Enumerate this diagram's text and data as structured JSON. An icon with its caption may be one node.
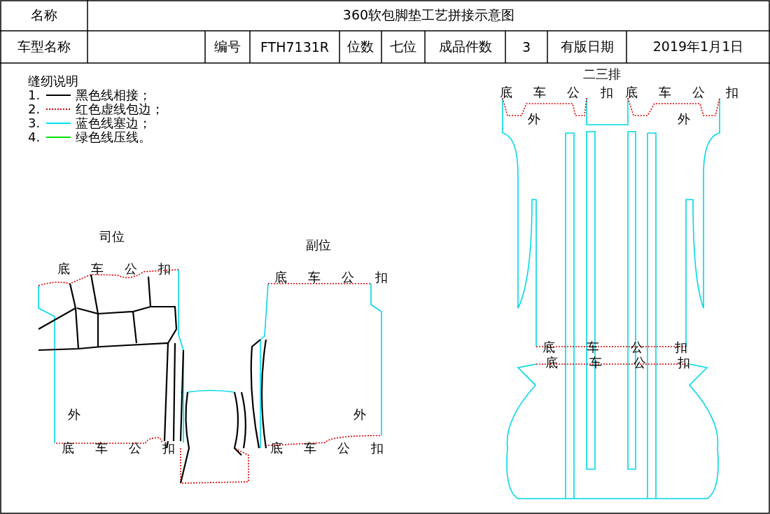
{
  "diagram": {
    "title": "360软包脚垫工艺拼接示意图",
    "labels": [
      "名称",
      "车型名称",
      "编号",
      "FTH7131R",
      "位数",
      "七位",
      "成品件数",
      "3",
      "有版日期",
      "2019年1月1日",
      "缝纫说明",
      "1.",
      "2.",
      "3.",
      "4.",
      "二三排",
      "底车公扣",
      "底车公扣",
      "外",
      "外",
      "司位",
      "副位",
      "底车公扣",
      "底车公扣",
      "底车公扣",
      "底车公扣",
      "外",
      "外",
      "底车公扣",
      "底车公扣"
    ],
    "legend": [
      {
        "text": "黑色线相接；"
      },
      {
        "text": "红色虚线包边；"
      },
      {
        "text": "蓝色线塞边；"
      },
      {
        "text": "绿色线压线。"
      }
    ]
  }
}
